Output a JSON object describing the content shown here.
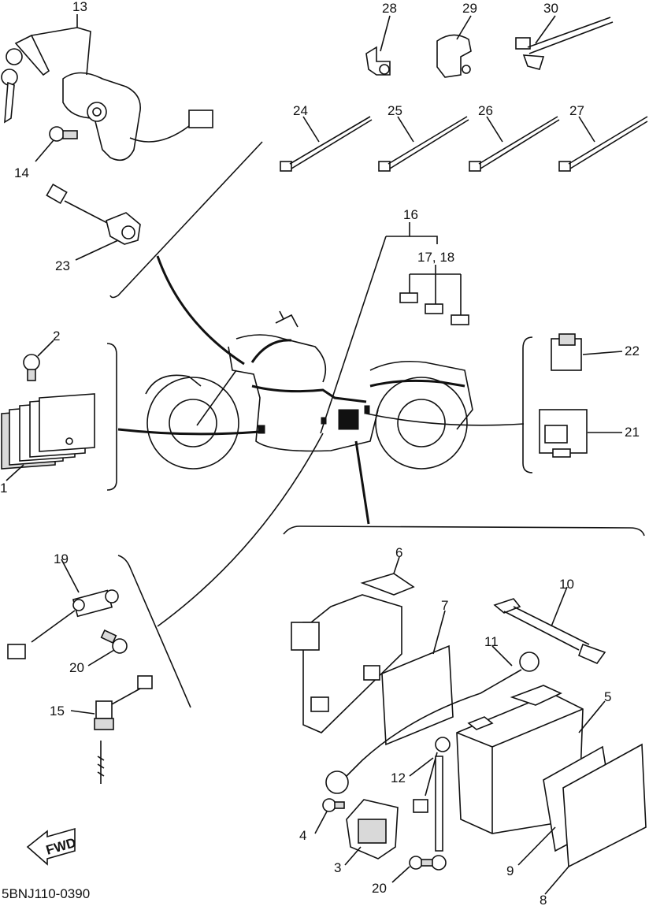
{
  "diagram": {
    "code": "5BNJ110-0390",
    "fwd_label": "FWD",
    "callouts": {
      "c1": "1",
      "c2": "2",
      "c3": "3",
      "c4": "4",
      "c5": "5",
      "c6": "6",
      "c7": "7",
      "c8": "8",
      "c9": "9",
      "c10": "10",
      "c11": "11",
      "c12": "12",
      "c13": "13",
      "c14": "14",
      "c15": "15",
      "c16": "16",
      "c17_18": "17, 18",
      "c19": "19",
      "c20a": "20",
      "c20b": "20",
      "c21": "21",
      "c22": "22",
      "c23": "23",
      "c24": "24",
      "c25": "25",
      "c26": "26",
      "c27": "27",
      "c28": "28",
      "c29": "29",
      "c30": "30"
    }
  }
}
